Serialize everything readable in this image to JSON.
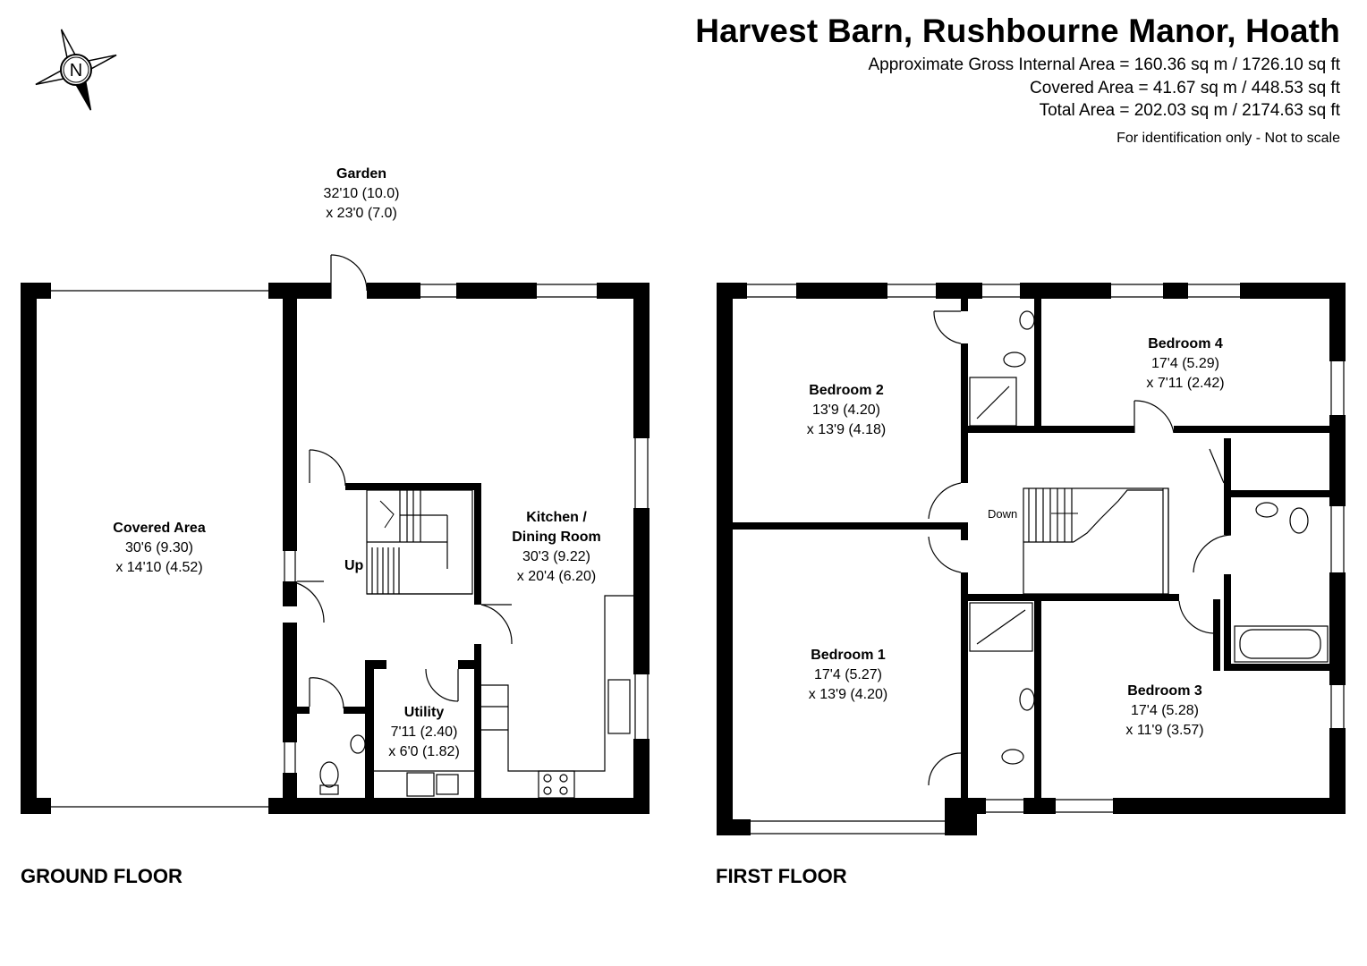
{
  "header": {
    "title": "Harvest Barn, Rushbourne Manor, Hoath",
    "gross_internal_area": "Approximate Gross Internal Area = 160.36 sq m / 1726.10 sq ft",
    "covered_area": "Covered Area = 41.67 sq m / 448.53 sq ft",
    "total_area": "Total Area = 202.03 sq m / 2174.63 sq ft",
    "disclaimer": "For identification only - Not to scale"
  },
  "compass": {
    "letter": "N",
    "icon": "north-compass-icon"
  },
  "floors": {
    "ground": {
      "label": "GROUND FLOOR",
      "garden": {
        "name": "Garden",
        "dim1": "32'10 (10.0)",
        "dim2": "x 23'0 (7.0)"
      },
      "covered_area": {
        "name": "Covered Area",
        "dim1": "30'6 (9.30)",
        "dim2": "x 14'10 (4.52)"
      },
      "kitchen": {
        "name_line1": "Kitchen /",
        "name_line2": "Dining Room",
        "dim1": "30'3 (9.22)",
        "dim2": "x 20'4 (6.20)"
      },
      "utility": {
        "name": "Utility",
        "dim1": "7'11 (2.40)",
        "dim2": "x 6'0 (1.82)"
      },
      "stairs_label": "Up"
    },
    "first": {
      "label": "FIRST FLOOR",
      "bedroom1": {
        "name": "Bedroom 1",
        "dim1": "17'4 (5.27)",
        "dim2": "x 13'9 (4.20)"
      },
      "bedroom2": {
        "name": "Bedroom 2",
        "dim1": "13'9 (4.20)",
        "dim2": "x 13'9 (4.18)"
      },
      "bedroom3": {
        "name": "Bedroom 3",
        "dim1": "17'4 (5.28)",
        "dim2": "x 11'9 (3.57)"
      },
      "bedroom4": {
        "name": "Bedroom 4",
        "dim1": "17'4 (5.29)",
        "dim2": "x 7'11 (2.42)"
      },
      "stairs_label": "Down"
    }
  }
}
